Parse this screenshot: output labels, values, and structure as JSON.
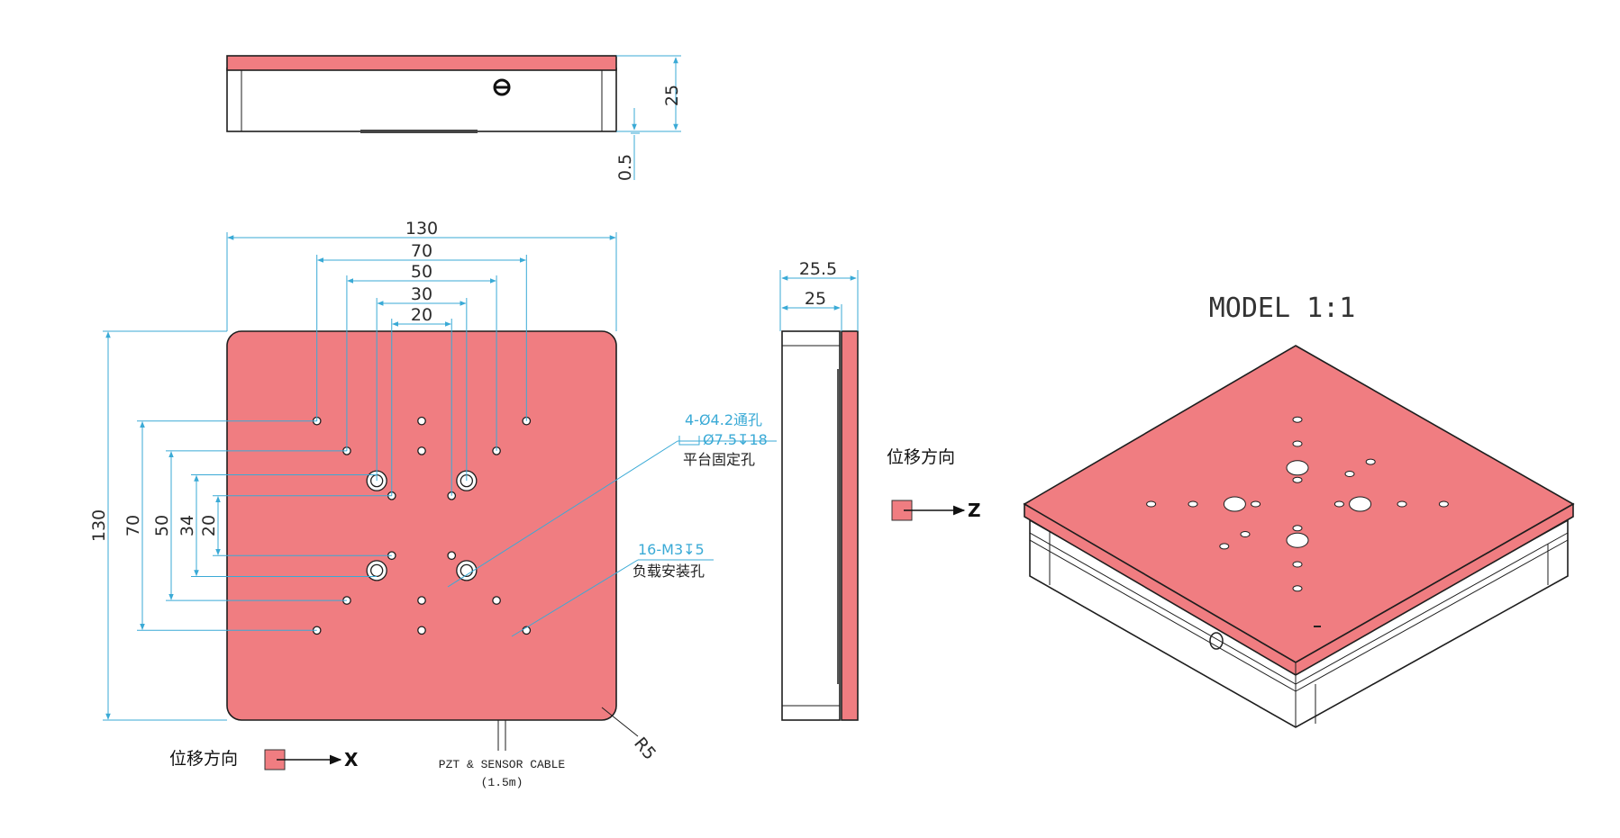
{
  "colors": {
    "plate": "#f07d81",
    "dimension": "#3aaad6",
    "outline": "#1e1e1e"
  },
  "top_view": {
    "height_label": "25",
    "gap_label": "0.5"
  },
  "front_view": {
    "width_labels": [
      "130",
      "70",
      "50",
      "30",
      "20"
    ],
    "height_labels": [
      "130",
      "70",
      "50",
      "34",
      "20"
    ],
    "radius_label": "R5",
    "callout_mount": {
      "line1": "4-Ø4.2通孔",
      "line2": "Ø7.5↧18",
      "line3": "平台固定孔"
    },
    "callout_load": {
      "line1": "16-M3↧5",
      "line2": "负载安装孔"
    },
    "cable_label": "PZT & SENSOR CABLE",
    "cable_length": "(1.5m)",
    "motion": {
      "label": "位移方向",
      "axis": "X"
    }
  },
  "side_view": {
    "width_labels": [
      "25.5",
      "25"
    ],
    "motion": {
      "label": "位移方向",
      "axis": "Z"
    }
  },
  "iso_view": {
    "title": "MODEL 1:1"
  }
}
